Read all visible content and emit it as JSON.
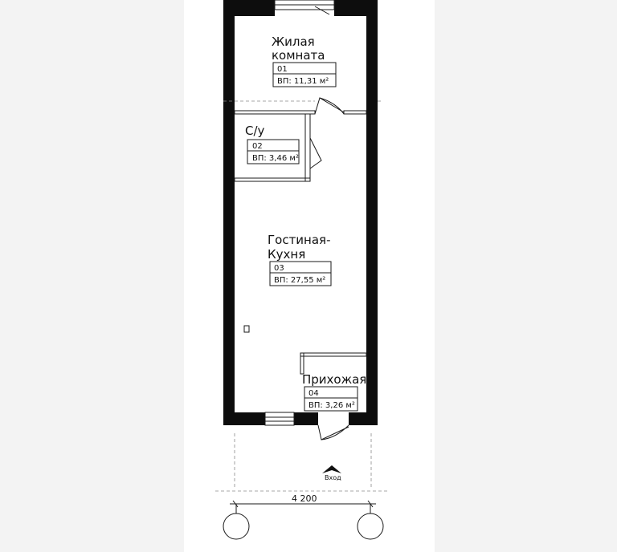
{
  "rooms": [
    {
      "name_line1": "Жилая",
      "name_line2": "комната",
      "number": "01",
      "area": "ВП: 11,31 м²"
    },
    {
      "name_line1": "С/у",
      "number": "02",
      "area": "ВП: 3,46 м²"
    },
    {
      "name_line1": "Гостиная-",
      "name_line2": "Кухня",
      "number": "03",
      "area": "ВП: 27,55 м²"
    },
    {
      "name_line1": "Прихожая",
      "number": "04",
      "area": "ВП: 3,26 м²"
    }
  ],
  "entrance_label": "Вход",
  "dimension_label": "4 200"
}
